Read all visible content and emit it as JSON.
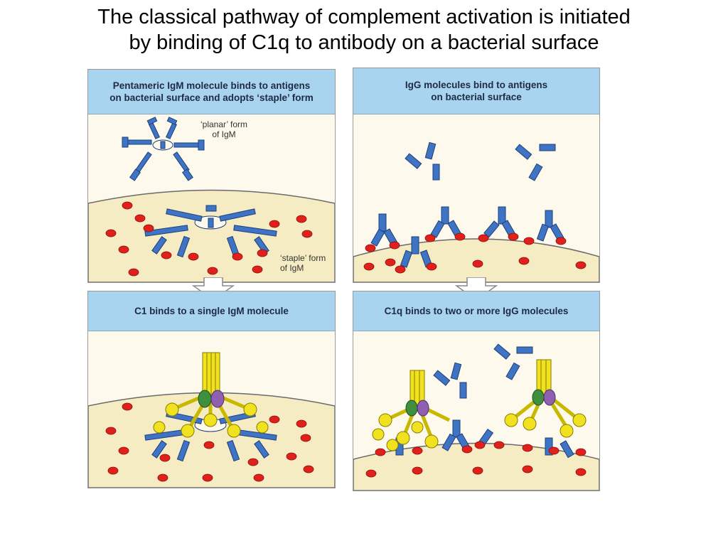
{
  "title": {
    "line1": "The classical pathway of complement activation is initiated",
    "line2": "by binding of C1q to antibody on a bacterial surface"
  },
  "panels": {
    "top_left": {
      "header_line1": "Pentameric IgM molecule binds to antigens",
      "header_line2": "on bacterial surface and adopts ‘staple’ form",
      "label_planar_line1": "‘planar’ form",
      "label_planar_line2": "of IgM",
      "label_staple_line1": "‘staple’ form",
      "label_staple_line2": "of IgM"
    },
    "top_right": {
      "header_line1": "IgG molecules bind to antigens",
      "header_line2": "on bacterial surface"
    },
    "bottom_left": {
      "header_line1": "C1 binds to a single IgM molecule"
    },
    "bottom_right": {
      "header_line1": "C1q binds to two or more IgG molecules"
    }
  },
  "colors": {
    "antibody": "#3f74c4",
    "antigen": "#e0201b",
    "c1q": "#f0e21e",
    "c1r": "#3f8f3f",
    "c1s": "#8f5fb0",
    "header": "#a8d4ef",
    "bacterium": "#f5ecc4"
  }
}
